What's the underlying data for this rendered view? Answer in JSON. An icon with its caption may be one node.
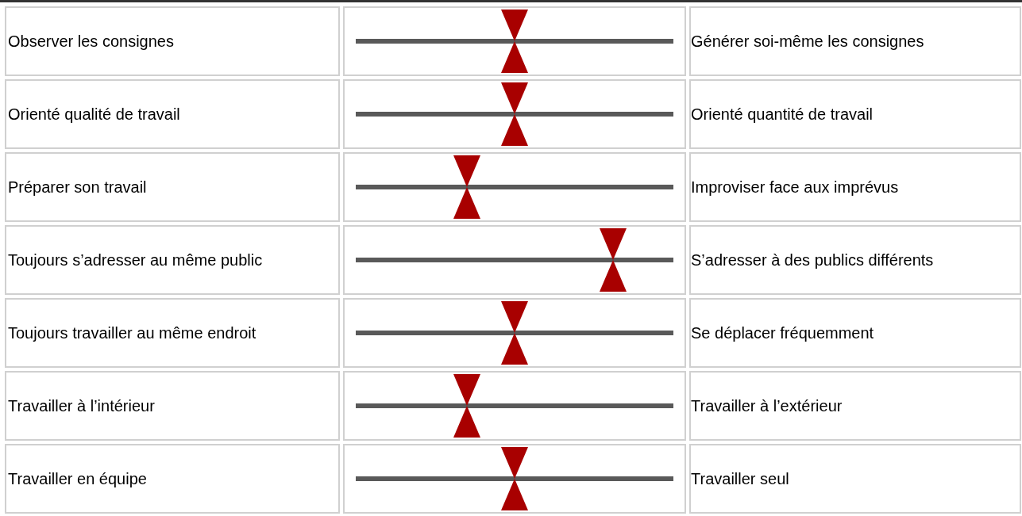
{
  "diagram": {
    "labels": [
      "Observer les consignes",
      "Générer soi-même les consignes",
      "Orienté qualité de travail",
      "Orienté quantité de travail",
      "Préparer son travail",
      "Improviser face aux imprévus",
      "Toujours s’adresser au même public",
      "S’adresser à des publics différents",
      "Toujours travailler au même endroit",
      "Se déplacer fréquemment",
      "Travailler à l’intérieur",
      "Travailler à l’extérieur",
      "Travailler en équipe",
      "Travailler seul"
    ]
  }
}
